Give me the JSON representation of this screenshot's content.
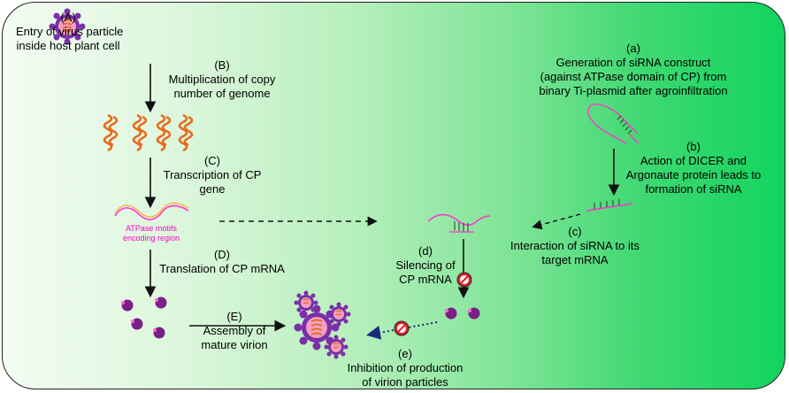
{
  "steps": {
    "A": {
      "letter": "(A)",
      "l1": "Entry of virus particle",
      "l2": "inside host plant cell"
    },
    "B": {
      "letter": "(B)",
      "l1": "Multiplication of copy",
      "l2": "number of genome"
    },
    "C": {
      "letter": "(C)",
      "l1": "Transcription of CP",
      "l2": "gene"
    },
    "atpase": {
      "l1": "ATPase motifs",
      "l2": "encoding region"
    },
    "D": {
      "letter": "(D)",
      "l1": "Translation of CP mRNA"
    },
    "E": {
      "letter": "(E)",
      "l1": "Assembly of",
      "l2": "mature virion"
    },
    "a": {
      "letter": "(a)",
      "l1": "Generation of siRNA construct",
      "l2": "(against ATPase domain of CP) from",
      "l3": "binary Ti-plasmid after agroinfiltration"
    },
    "b": {
      "letter": "(b)",
      "l1": "Action of DICER and",
      "l2": "Argonaute protein leads to",
      "l3": "formation of siRNA"
    },
    "c": {
      "letter": "(c)",
      "l1": "Interaction of siRNA to its",
      "l2": "target mRNA"
    },
    "d": {
      "letter": "(d)",
      "l1": "Silencing of",
      "l2": "CP mRNA"
    },
    "e": {
      "letter": "(e)",
      "l1": "Inhibition of production",
      "l2": "of virion particles"
    }
  },
  "colors": {
    "virus_coat": "#7b2fa8",
    "virus_core": "#f0a0c0",
    "genome": "#e86a1c",
    "mrna": "#ff33cc",
    "protein": "#7a1f86",
    "inhibit": "#e0202a",
    "dotted_arrow": "#1a2a80",
    "border": "#222222"
  }
}
